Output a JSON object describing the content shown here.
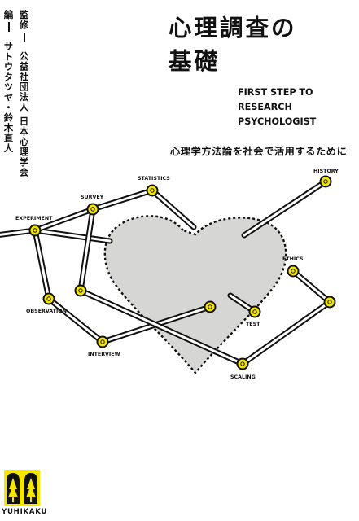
{
  "cover": {
    "title_line1": "心理調査の",
    "title_line2": "基礎",
    "subtitle_en": [
      "FIRST STEP TO",
      "RESEARCH",
      "PSYCHOLOGIST"
    ],
    "subtitle_jp": "心理学方法論を社会で活用するために",
    "supervisor_role": "監修",
    "supervisor_name": "公益社団法人 日本心理学会",
    "editor_role": "編",
    "editor_name": "サトウタツヤ・鈴木直人",
    "publisher": "YUHIKAKU"
  },
  "diagram": {
    "labels": {
      "statistics": "STATISTICS",
      "history": "HISTORY",
      "survey": "SURVEY",
      "experiment": "EXPERIMENT",
      "ethics": "ETHICS",
      "observation": "OBSERVATION",
      "test": "TEST",
      "interview": "INTERVIEW",
      "scaling": "SCALING"
    }
  },
  "colors": {
    "node_yellow": "#f5e600",
    "heart_gray": "#d6d6d4",
    "line_black": "#111111",
    "line_white": "#ffffff"
  },
  "icons": {
    "logo": "yuhikaku-twin-trees-logo"
  }
}
